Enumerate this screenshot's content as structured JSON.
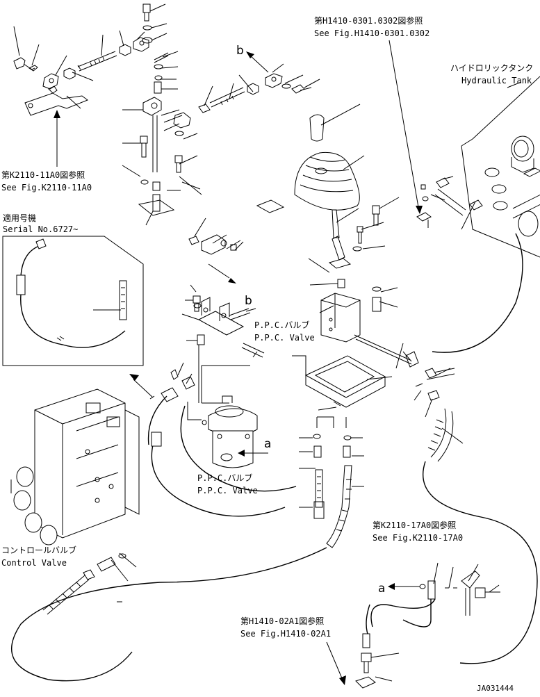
{
  "labels": {
    "ref_h1410_0301_jp": "第H1410-0301.0302図参照",
    "ref_h1410_0301_en": "See Fig.H1410-0301.0302",
    "hyd_tank_jp": "ハイドロリックタンク",
    "hyd_tank_en": "Hydraulic Tank",
    "ref_k2110_11a0_jp": "第K2110-11A0図参照",
    "ref_k2110_11a0_en": "See Fig.K2110-11A0",
    "serial_jp": "適用号機",
    "serial_en": "Serial No.6727~",
    "ppc_upper_jp": "P.P.C.バルブ",
    "ppc_upper_en": "P.P.C. Valve",
    "ppc_lower_jp": "P.P.C.バルブ",
    "ppc_lower_en": "P.P.C. Valve",
    "control_valve_jp": "コントロールバルブ",
    "control_valve_en": "Control Valve",
    "ref_k2110_17a0_jp": "第K2110-17A0図参照",
    "ref_k2110_17a0_en": "See Fig.K2110-17A0",
    "ref_h1410_02a1_jp": "第H1410-02A1図参照",
    "ref_h1410_02a1_en": "See Fig.H1410-02A1",
    "marker_b_top": "b",
    "marker_b_mid": "b",
    "marker_a_mid": "a",
    "marker_a_low": "a",
    "drawing_id": "JA031444"
  }
}
